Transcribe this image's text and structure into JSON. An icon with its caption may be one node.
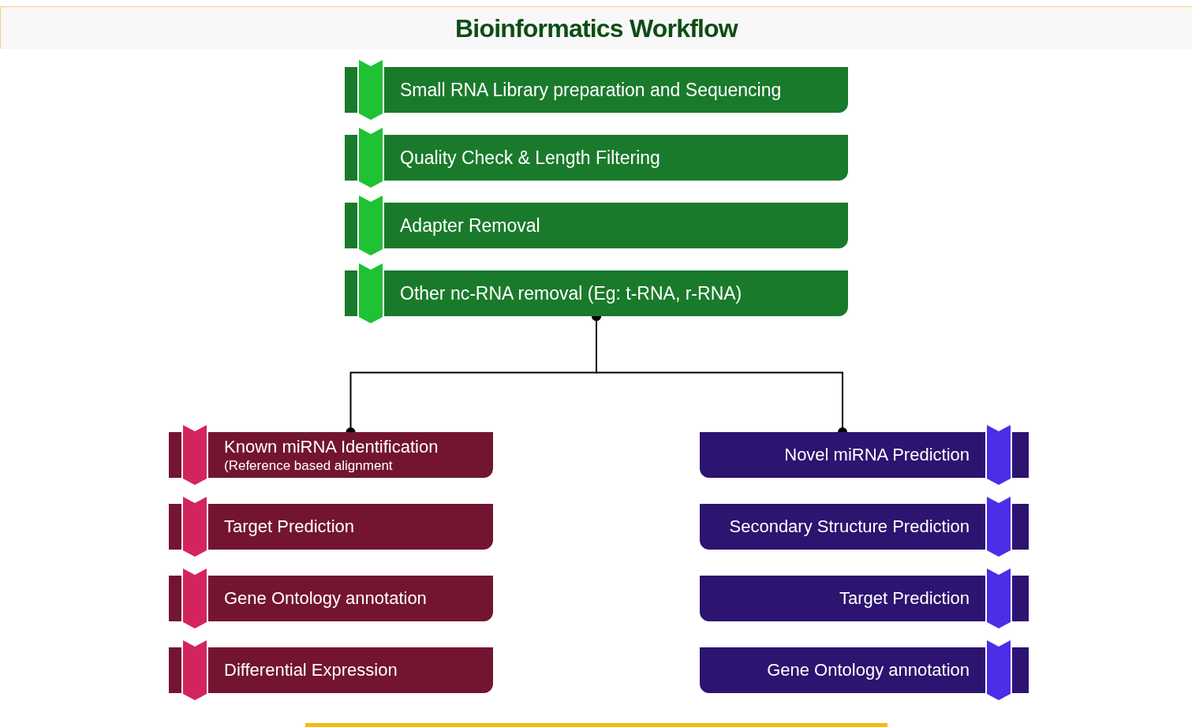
{
  "diagram": {
    "title": "Bioinformatics Workflow",
    "nodes": [
      {
        "text": [
          "Small RNA Library preparation and Sequencing"
        ]
      },
      {
        "text": [
          "Quality Check & Length Filtering"
        ]
      },
      {
        "text": [
          "Adapter Removal"
        ]
      },
      {
        "text": [
          "Other nc-RNA removal (Eg: t-RNA, r-RNA)"
        ]
      },
      {
        "text": [
          "Known miRNA Identification",
          "(Reference based alignment"
        ]
      },
      {
        "text": [
          "Target Prediction"
        ]
      },
      {
        "text": [
          "Gene Ontology annotation"
        ]
      },
      {
        "text": [
          "Differential Expression"
        ]
      },
      {
        "text": [
          "Novel miRNA Prediction"
        ]
      },
      {
        "text": [
          "Secondary Structure Prediction"
        ]
      },
      {
        "text": [
          "Target Prediction"
        ]
      },
      {
        "text": [
          "Gene Ontology annotation"
        ]
      }
    ],
    "edges": [
      {
        "from": 3,
        "to": 4,
        "arrow": "other"
      },
      {
        "from": 3,
        "to": 8,
        "arrow": "other"
      }
    ]
  }
}
